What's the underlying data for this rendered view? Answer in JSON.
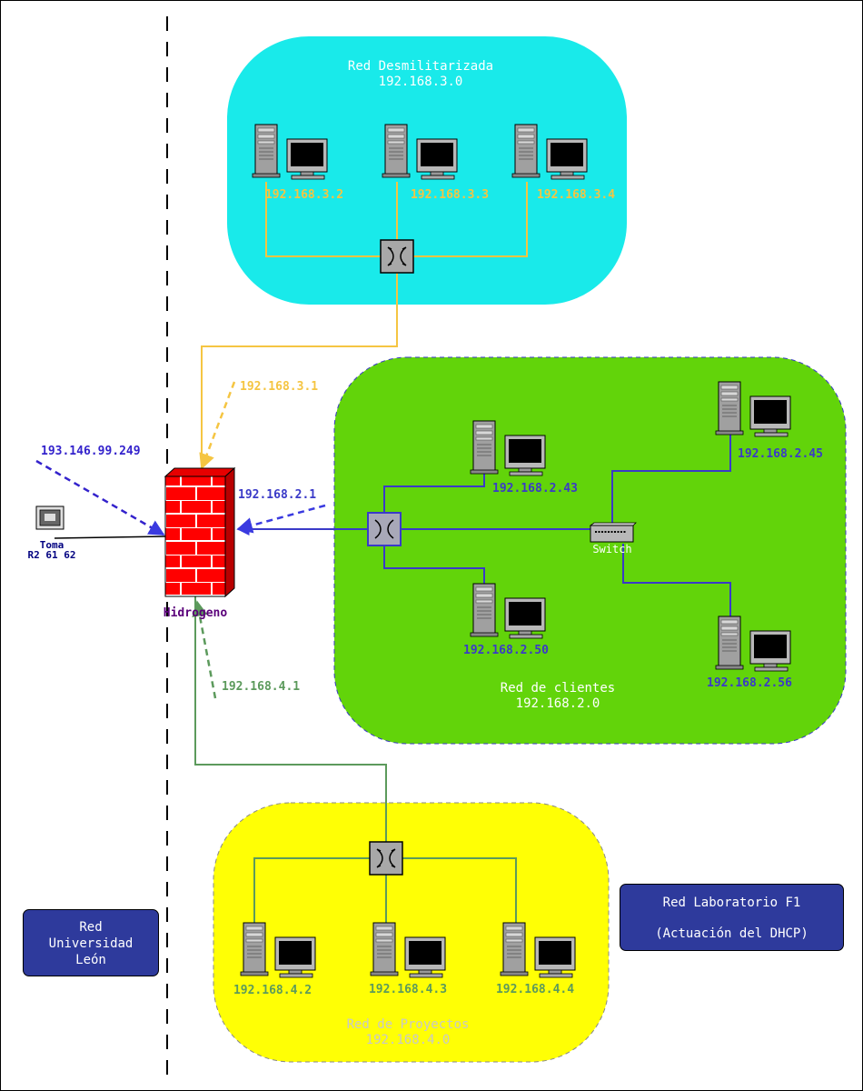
{
  "colors": {
    "dmz_zone": "#19eaea",
    "clients_zone": "#62d40a",
    "projects_zone": "#ffff05",
    "firewall": "#ff0000",
    "dmz_link": "#f5c542",
    "clients_link": "#3a3ac8",
    "projects_link": "#5c9a5c",
    "external_link": "#3322cc",
    "label_box": "#2e3a9c"
  },
  "zones": {
    "dmz": {
      "name": "Red Desmilitarizada",
      "network": "192.168.3.0"
    },
    "clients": {
      "name": "Red de clientes",
      "network": "192.168.2.0"
    },
    "projects": {
      "name": "Red de Proyectos",
      "network": "192.168.4.0"
    }
  },
  "hosts": {
    "dmz": [
      "192.168.3.2",
      "192.168.3.3",
      "192.168.3.4"
    ],
    "clients": [
      "192.168.2.43",
      "192.168.2.50",
      "192.168.2.45",
      "192.168.2.56"
    ],
    "projects": [
      "192.168.4.2",
      "192.168.4.3",
      "192.168.4.4"
    ]
  },
  "firewall": {
    "name": "Hidrogeno",
    "ip_dmz": "192.168.3.1",
    "ip_clients": "192.168.2.1",
    "ip_projects": "192.168.4.1",
    "ip_external": "193.146.99.249"
  },
  "switch_label": "Switch",
  "wall_socket": {
    "line1": "Toma",
    "line2": "R2 61 62"
  },
  "boxes": {
    "university": [
      "Red",
      "Universidad",
      "León"
    ],
    "lab": [
      "Red Laboratorio F1",
      "(Actuación del DHCP)"
    ]
  },
  "icons": {
    "host": "desktop-computer-icon",
    "hub": "network-hub-icon",
    "switch": "network-switch-icon",
    "firewall": "firewall-icon",
    "socket": "wall-socket-icon"
  }
}
